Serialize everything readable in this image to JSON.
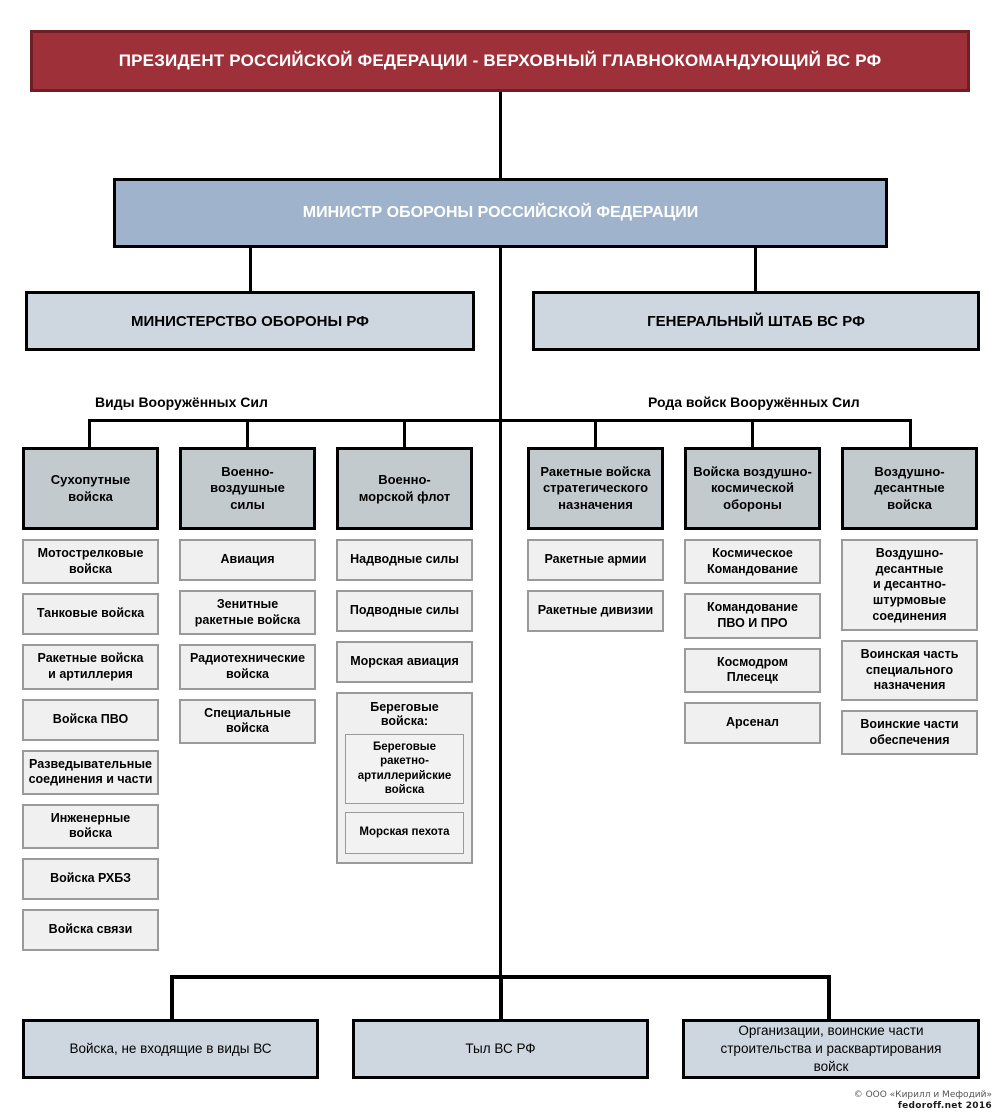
{
  "tier1": {
    "label": "ПРЕЗИДЕНТ РОССИЙСКОЙ ФЕДЕРАЦИИ - ВЕРХОВНЫЙ ГЛАВНОКОМАНДУЮЩИЙ ВС РФ",
    "fill": "#9d3039",
    "border": "#6e1f26",
    "text_color": "#ffffff"
  },
  "tier2": {
    "label": "МИНИСТР ОБОРОНЫ РОССИЙСКОЙ ФЕДЕРАЦИИ",
    "fill": "#9fb4cc",
    "text_color": "#ffffff"
  },
  "tier3": {
    "ministry": "МИНИСТЕРСТВО ОБОРОНЫ РФ",
    "general_staff": "ГЕНЕРАЛЬНЫЙ ШТАБ ВС РФ",
    "fill": "#ced7e0"
  },
  "headings": {
    "services": "Виды Вооружённых Сил",
    "arms": "Рода войск Вооружённых Сил"
  },
  "branch_fill": "#c3cace",
  "sub_fill": "#f0f0f0",
  "branches": [
    {
      "title": "Сухопутные\nвойска",
      "items": [
        "Мотострелковые\nвойска",
        "Танковые войска",
        "Ракетные войска\nи артиллерия",
        "Войска ПВО",
        "Разведывательные\nсоединения и части",
        "Инженерные\nвойска",
        "Войска РХБЗ",
        "Войска связи"
      ]
    },
    {
      "title": "Военно-\nвоздушные\nсилы",
      "items": [
        "Авиация",
        "Зенитные\nракетные войска",
        "Радиотехнические\nвойска",
        "Специальные\nвойска"
      ]
    },
    {
      "title": "Военно-\nморской флот",
      "items": [
        "Надводные силы",
        "Подводные силы",
        "Морская авиация"
      ],
      "group": {
        "title": "Береговые войска:",
        "items": [
          "Береговые ракетно-\nартиллерийские\nвойска",
          "Морская пехота"
        ]
      }
    },
    {
      "title": "Ракетные войска\nстратегического\nназначения",
      "items": [
        "Ракетные армии",
        "Ракетные дивизии"
      ]
    },
    {
      "title": "Войска воздушно-\nкосмической\nобороны",
      "items": [
        "Космическое\nКомандование",
        "Командование\nПВО И ПРО",
        "Космодром Плесецк",
        "Арсенал"
      ]
    },
    {
      "title": "Воздушно-\nдесантные\nвойска",
      "items": [
        "Воздушно-\nдесантные\nи десантно-\nштурмовые\nсоединения",
        "Воинская часть\nспециального\nназначения",
        "Воинские части\nобеспечения"
      ]
    }
  ],
  "bottom": [
    "Войска, не входящие в виды ВС",
    "Тыл ВС РФ",
    "Организации, воинские части\nстроительства и расквартирования\nвойск"
  ],
  "watermark": {
    "line1": "© ООО «Кирилл и Мефодий»",
    "line2": "fedoroff.net 2016"
  }
}
